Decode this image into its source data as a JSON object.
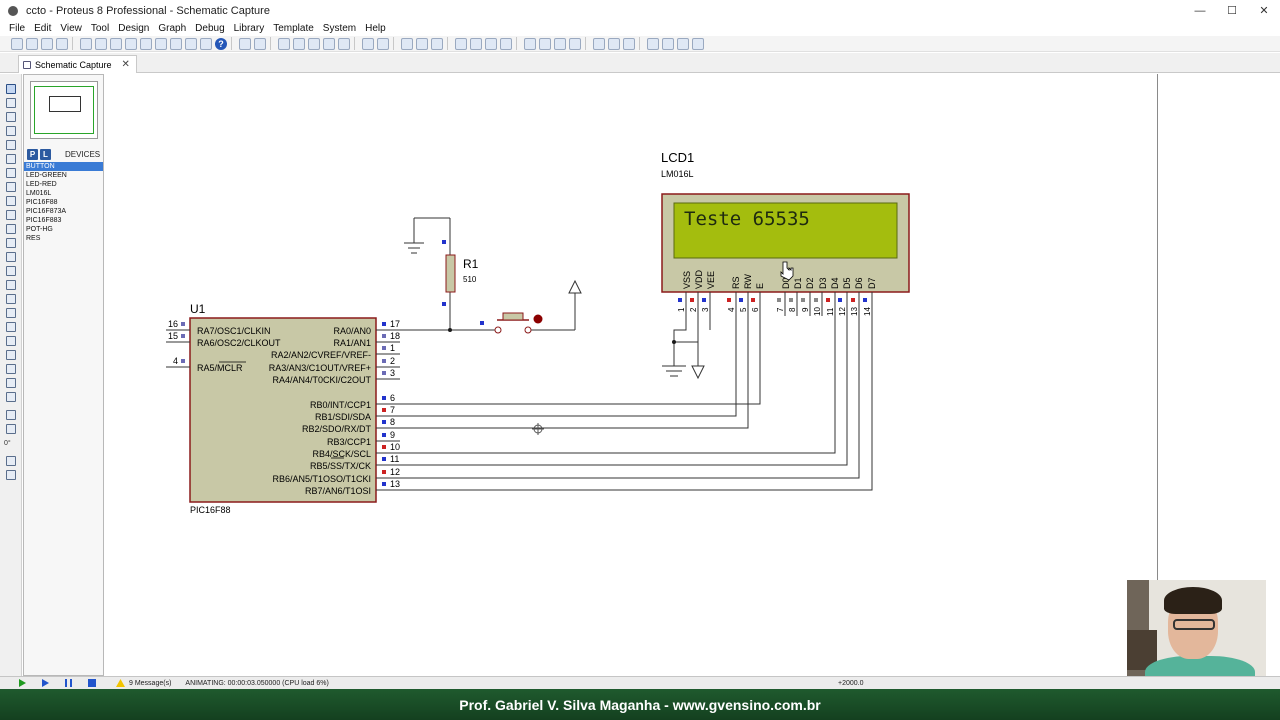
{
  "window": {
    "title": "ccto - Proteus 8 Professional - Schematic Capture",
    "minimize": "—",
    "maximize": "☐",
    "close": "✕"
  },
  "menu": [
    "File",
    "Edit",
    "View",
    "Tool",
    "Design",
    "Graph",
    "Debug",
    "Library",
    "Template",
    "System",
    "Help"
  ],
  "tab": {
    "label": "Schematic Capture",
    "close": "✕"
  },
  "side_panel": {
    "p_button": "P",
    "l_button": "L",
    "devices_label": "DEVICES",
    "devices": [
      "BUTTON",
      "LED-GREEN",
      "LED-RED",
      "LM016L",
      "PIC16F88",
      "PIC16F873A",
      "PIC16F883",
      "POT-HG",
      "RES"
    ],
    "selected_device": "BUTTON",
    "rotation_text": "0°"
  },
  "schematic": {
    "u1": {
      "ref": "U1",
      "part": "PIC16F88",
      "left_pins": [
        {
          "num": "16",
          "name": "RA7/OSC1/CLKIN"
        },
        {
          "num": "15",
          "name": "RA6/OSC2/CLKOUT"
        },
        {
          "num": "4",
          "name": "RA5/MCLR"
        }
      ],
      "right_pins": [
        {
          "num": "17",
          "name": "RA0/AN0"
        },
        {
          "num": "18",
          "name": "RA1/AN1"
        },
        {
          "num": "1",
          "name": "RA2/AN2/CVREF/VREF-"
        },
        {
          "num": "2",
          "name": "RA3/AN3/C1OUT/VREF+"
        },
        {
          "num": "3",
          "name": "RA4/AN4/T0CKI/C2OUT"
        },
        {
          "num": "6",
          "name": "RB0/INT/CCP1"
        },
        {
          "num": "7",
          "name": "RB1/SDI/SDA"
        },
        {
          "num": "8",
          "name": "RB2/SDO/RX/DT"
        },
        {
          "num": "9",
          "name": "RB3/CCP1"
        },
        {
          "num": "10",
          "name": "RB4/SCK/SCL"
        },
        {
          "num": "11",
          "name": "RB5/SS/TX/CK"
        },
        {
          "num": "12",
          "name": "RB6/AN5/T1OSO/T1CKI"
        },
        {
          "num": "13",
          "name": "RB7/AN6/T1OSI"
        }
      ]
    },
    "r1": {
      "ref": "R1",
      "value": "510"
    },
    "lcd1": {
      "ref": "LCD1",
      "part": "LM016L",
      "display_text": "Teste 65535",
      "pins": [
        {
          "num": "1",
          "name": "VSS"
        },
        {
          "num": "2",
          "name": "VDD"
        },
        {
          "num": "3",
          "name": "VEE"
        },
        {
          "num": "4",
          "name": "RS"
        },
        {
          "num": "5",
          "name": "RW"
        },
        {
          "num": "6",
          "name": "E"
        },
        {
          "num": "7",
          "name": "D0"
        },
        {
          "num": "8",
          "name": "D1"
        },
        {
          "num": "9",
          "name": "D2"
        },
        {
          "num": "10",
          "name": "D3"
        },
        {
          "num": "11",
          "name": "D4"
        },
        {
          "num": "12",
          "name": "D5"
        },
        {
          "num": "13",
          "name": "D6"
        },
        {
          "num": "14",
          "name": "D7"
        }
      ]
    }
  },
  "status": {
    "messages": "9 Message(s)",
    "animating": "ANIMATING: 00:00:03.050000 (CPU load 6%)",
    "coord": "+2000.0"
  },
  "banner": "Prof. Gabriel V. Silva Maganha - www.gvensino.com.br",
  "colors": {
    "component_fill": "#c8c8a6",
    "component_border": "#8b1a1a",
    "wire": "#1a1a1a",
    "lcd_screen": "#a4bd0e",
    "pin_blue": "#2233cc",
    "pin_red": "#cc2222",
    "banner_green": "#1f5a2e"
  }
}
